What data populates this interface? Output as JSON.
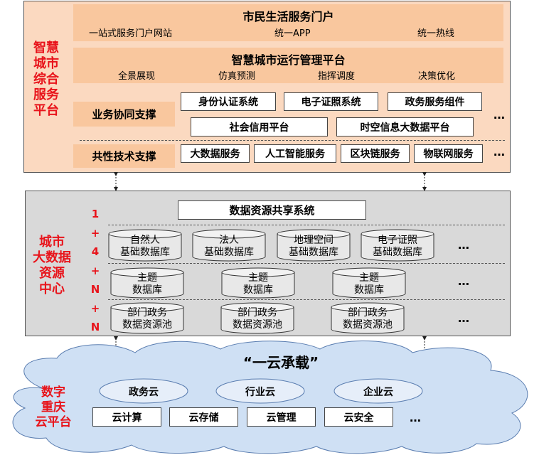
{
  "colors": {
    "accent_red": "#e8141b",
    "top_panel_bg": "#fbd9c0",
    "band_bg": "#f9c79e",
    "mid_panel_bg": "#d9d9d9",
    "cloud_bg": "#cfe0f4"
  },
  "top": {
    "side_label": [
      "智慧",
      "城市",
      "综合",
      "服务",
      "平台"
    ],
    "portal": {
      "title": "市民生活服务门户",
      "items": [
        "一站式服务门户网站",
        "统一APP",
        "统一热线"
      ]
    },
    "ops": {
      "title": "智慧城市运行管理平台",
      "items": [
        "全景展现",
        "仿真预测",
        "指挥调度",
        "决策优化"
      ]
    },
    "business": {
      "label": "业务协同支撑",
      "row1": [
        "身份认证系统",
        "电子证照系统",
        "政务服务组件"
      ],
      "row2": [
        "社会信用平台",
        "时空信息大数据平台"
      ]
    },
    "tech": {
      "label": "共性技术支撑",
      "items": [
        "大数据服务",
        "人工智能服务",
        "区块链服务",
        "物联网服务"
      ]
    },
    "ellipsis": "…"
  },
  "mid": {
    "side_label": [
      "城市",
      "大数据",
      "资源",
      "中心"
    ],
    "formula": [
      "1",
      "+",
      "4",
      "+",
      "N",
      "+",
      "N"
    ],
    "share_system": "数据资源共享系统",
    "base_dbs": [
      {
        "line1": "自然人",
        "line2": "基础数据库"
      },
      {
        "line1": "法人",
        "line2": "基础数据库"
      },
      {
        "line1": "地理空间",
        "line2": "基础数据库"
      },
      {
        "line1": "电子证照",
        "line2": "基础数据库"
      }
    ],
    "theme_dbs": [
      {
        "line1": "主题",
        "line2": "数据库"
      },
      {
        "line1": "主题",
        "line2": "数据库"
      },
      {
        "line1": "主题",
        "line2": "数据库"
      }
    ],
    "dept_pools": [
      {
        "line1": "部门政务",
        "line2": "数据资源池"
      },
      {
        "line1": "部门政务",
        "line2": "数据资源池"
      },
      {
        "line1": "部门政务",
        "line2": "数据资源池"
      }
    ],
    "ellipsis": "…"
  },
  "cloud": {
    "side_label": [
      "数字",
      "重庆",
      "云平台"
    ],
    "title": "“一云承载”",
    "clouds": [
      "政务云",
      "行业云",
      "企业云"
    ],
    "services": [
      "云计算",
      "云存储",
      "云管理",
      "云安全"
    ],
    "ellipsis": "…"
  }
}
